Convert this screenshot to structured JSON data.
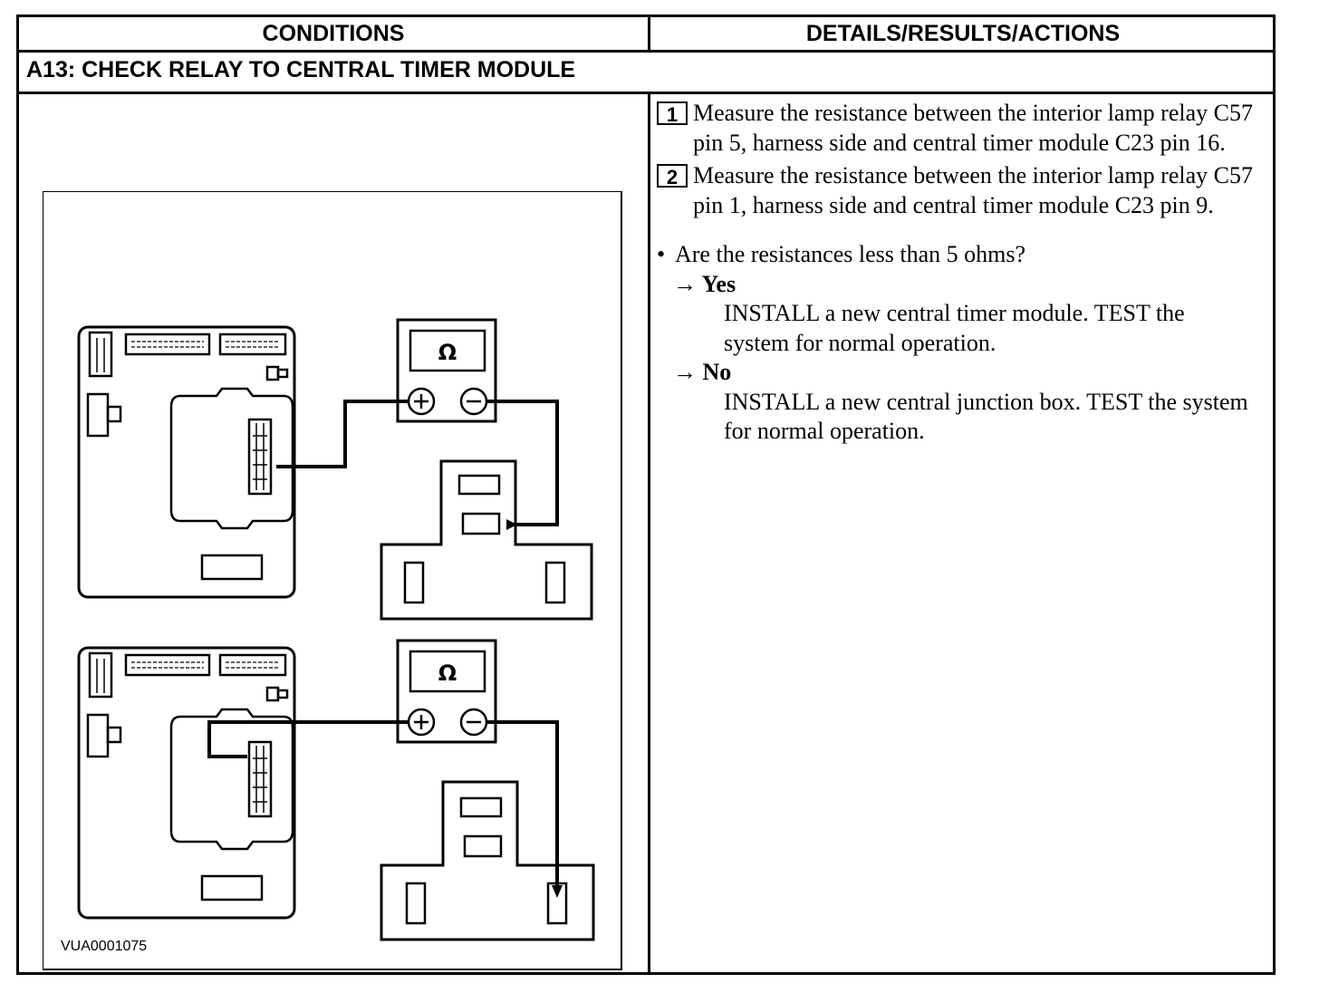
{
  "table": {
    "col_conditions": "CONDITIONS",
    "col_details": "DETAILS/RESULTS/ACTIONS",
    "section_title": "A13: CHECK RELAY TO CENTRAL TIMER MODULE"
  },
  "steps": [
    {
      "number": "1",
      "text": "Measure the resistance between the interior lamp relay C57 pin 5, harness side and central timer module C23 pin 16."
    },
    {
      "number": "2",
      "text": "Measure the resistance between the interior lamp relay C57 pin 1, harness side and central timer module C23 pin 9."
    }
  ],
  "question": {
    "bullet": "•",
    "text": "Are the resistances less than 5 ohms?"
  },
  "results": [
    {
      "label": "→ Yes",
      "action": "INSTALL a new central timer module. TEST the system for normal operation."
    },
    {
      "label": "→ No",
      "action": "INSTALL a new central junction box. TEST the system for normal operation."
    }
  ],
  "figure": {
    "code": "VUA0001075",
    "meter_symbol": "Ω",
    "plus_symbol": "+",
    "minus_symbol": "−"
  }
}
